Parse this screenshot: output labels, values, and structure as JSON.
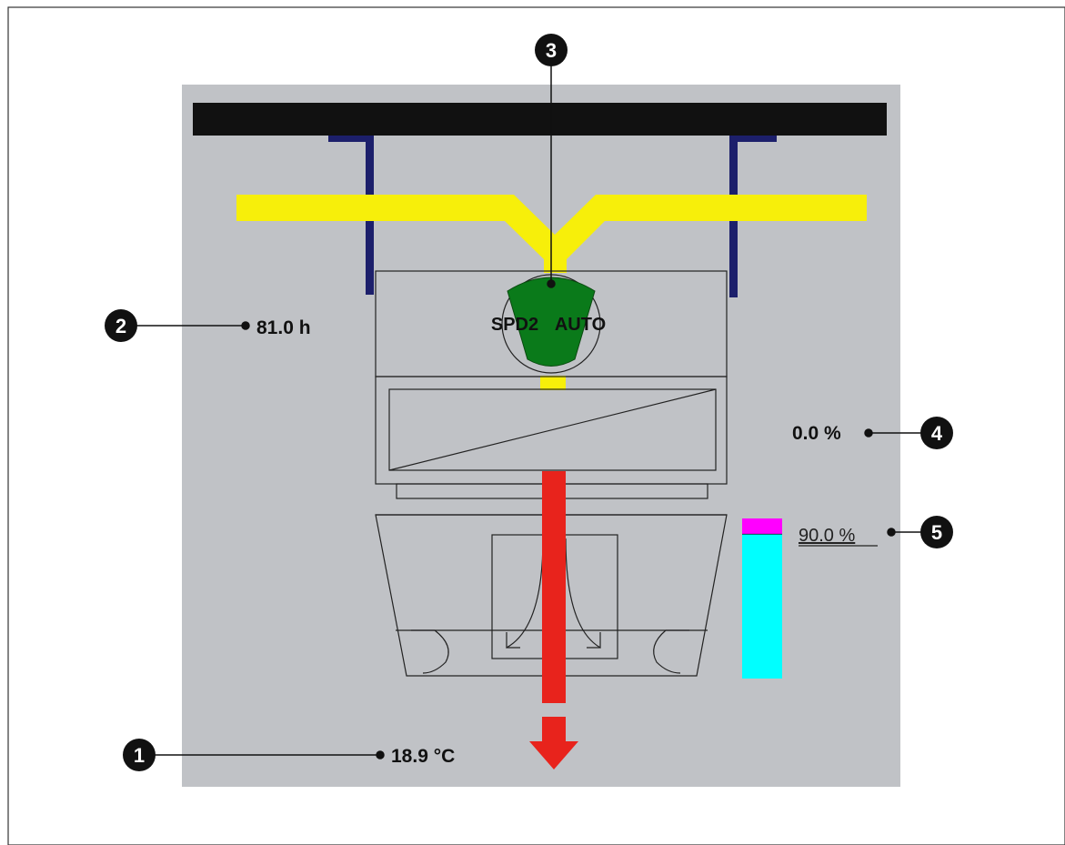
{
  "unit_label": "SPD2",
  "mode_label": "AUTO",
  "readouts": {
    "temperature": "18.9 °C",
    "runtime_hours": "81.0 h",
    "output_percent": "0.0 %",
    "setpoint_percent": "90.0 %"
  },
  "level_bar": {
    "fill_fraction": 0.9,
    "fill_color": "#00ffff",
    "marker_color": "#ff00ff"
  },
  "callouts": [
    "1",
    "2",
    "3",
    "4",
    "5"
  ],
  "colors": {
    "panel_background": "#c0c2c6",
    "rail": "#111111",
    "bracket": "#1c1f6b",
    "duct": "#f7ef0a",
    "fan_rotor": "#0a7a1a",
    "flow_arrow": "#e8231c",
    "outline": "#222222"
  }
}
